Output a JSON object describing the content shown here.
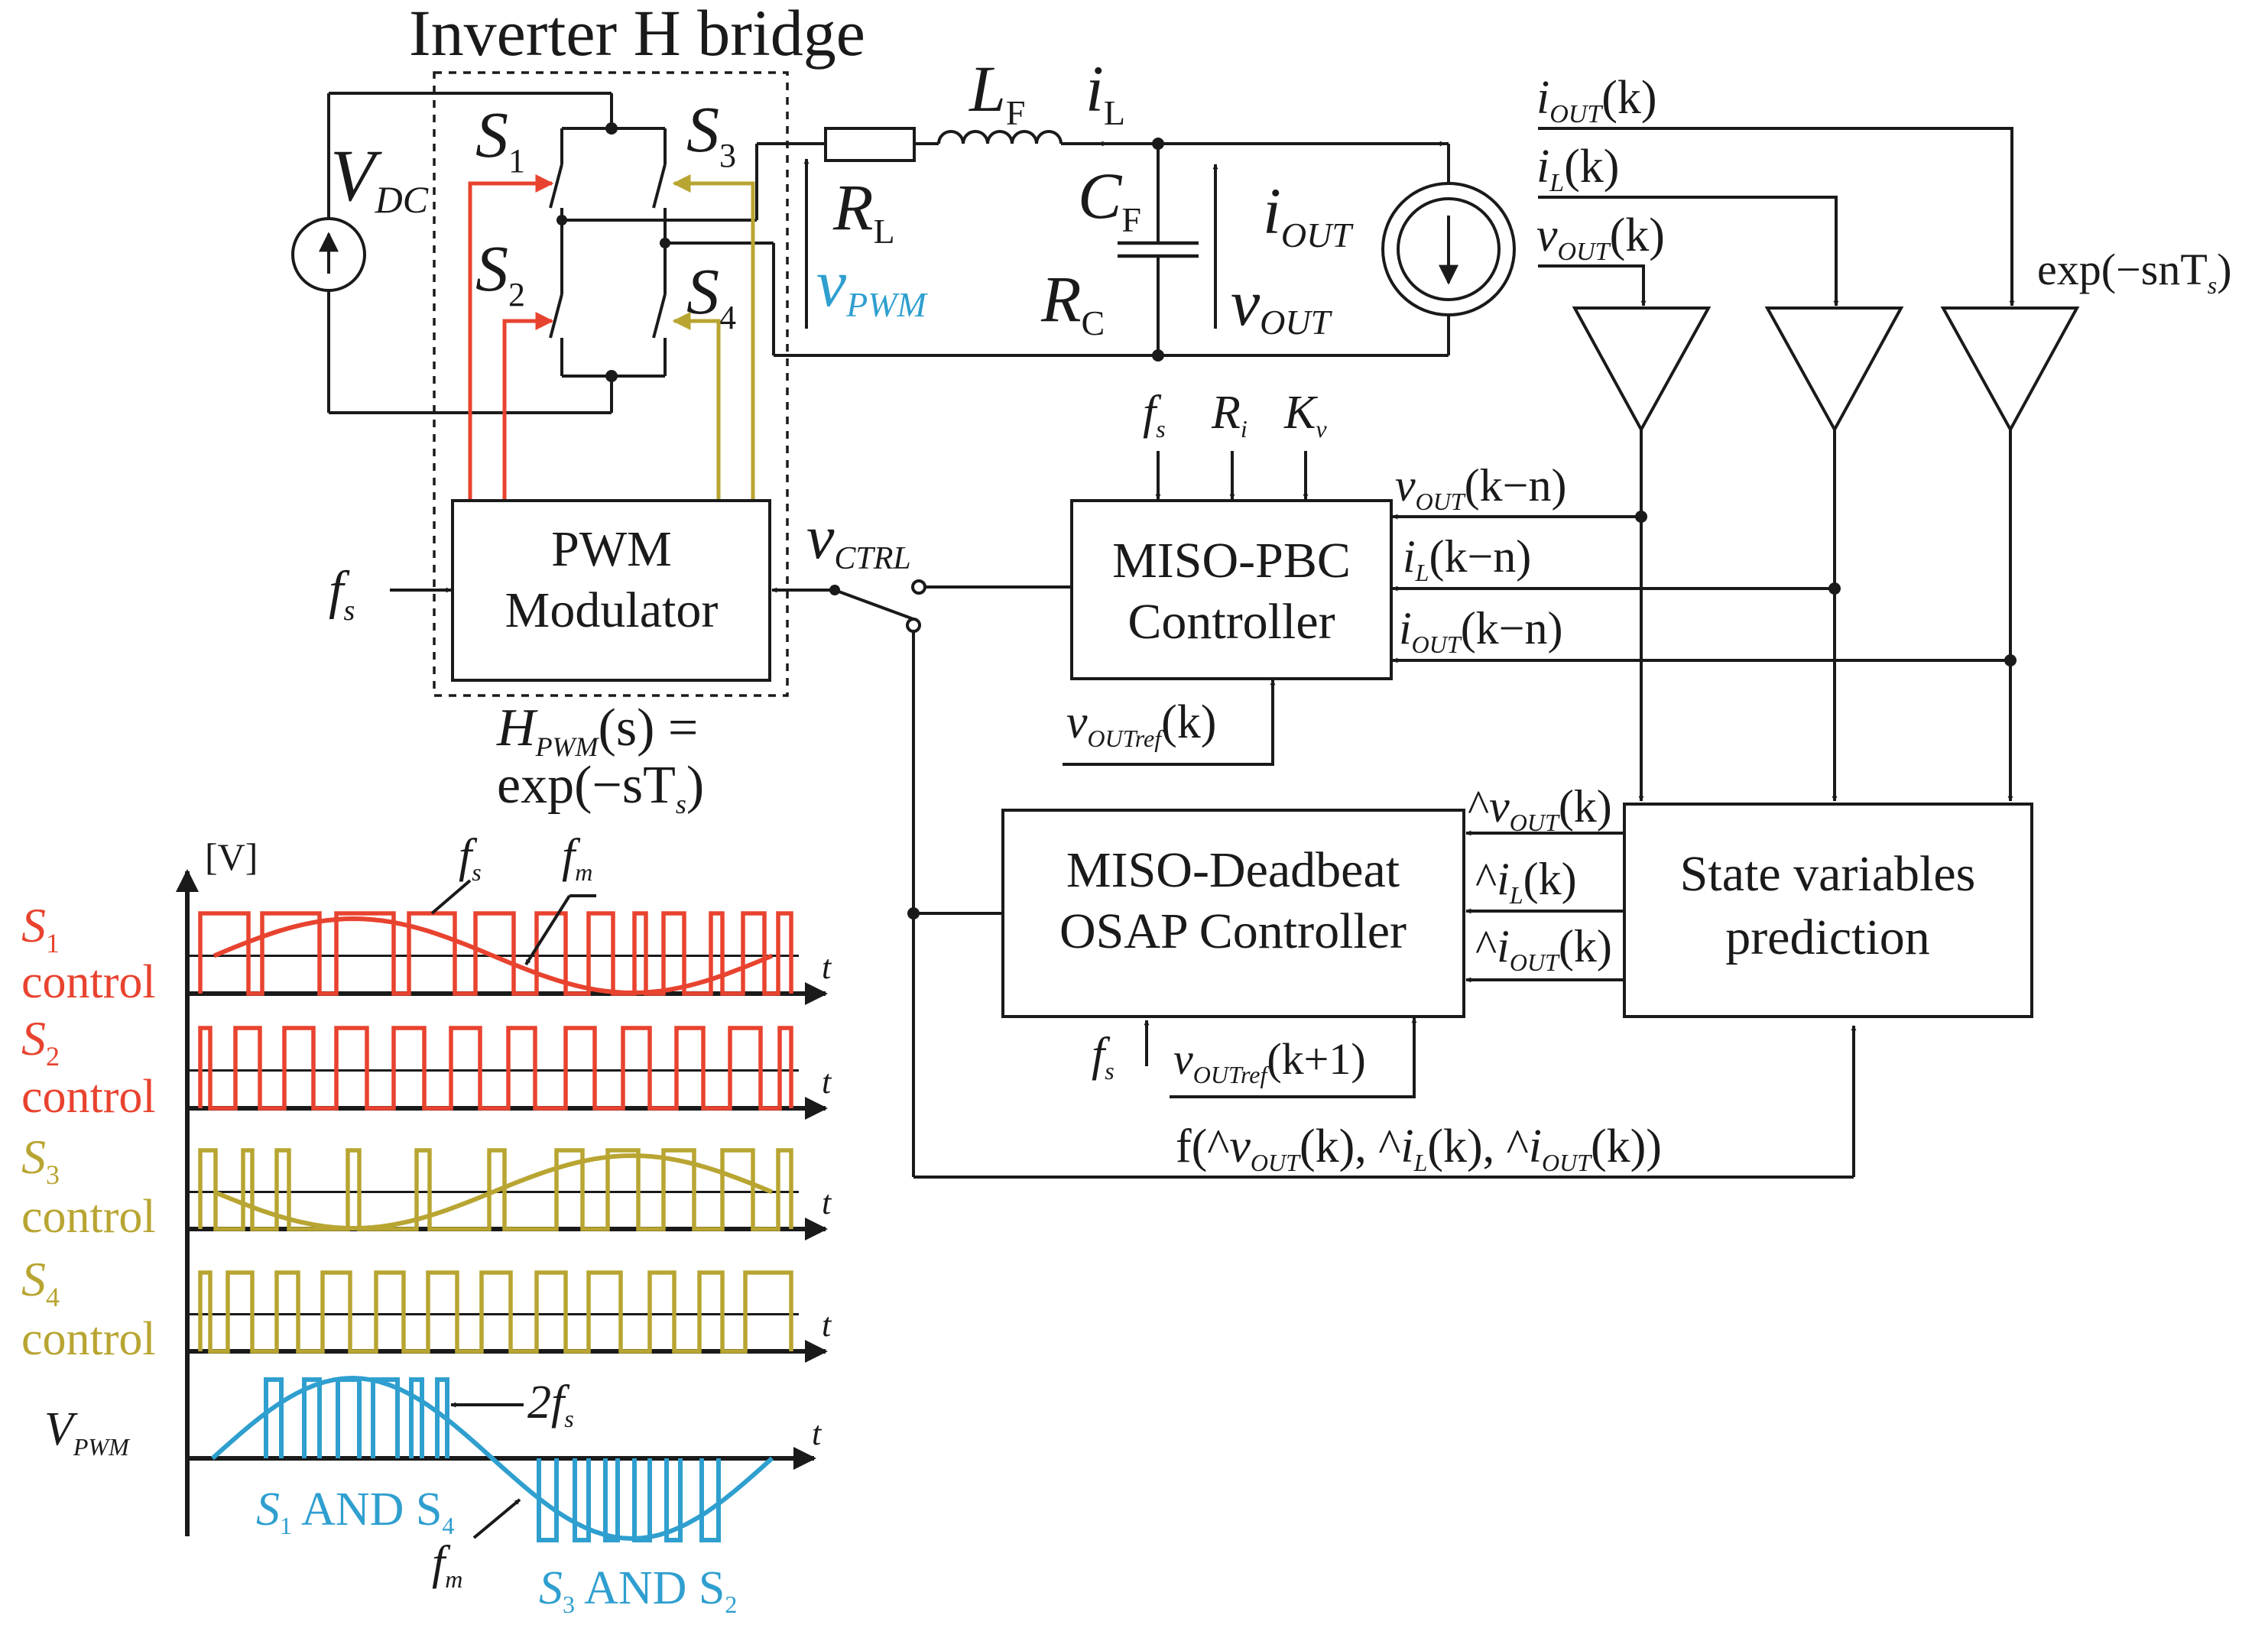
{
  "title": "Inverter H bridge",
  "source": {
    "main": "V",
    "sub": "DC"
  },
  "switches": [
    {
      "main": "S",
      "sub": "1"
    },
    {
      "main": "S",
      "sub": "2"
    },
    {
      "main": "S",
      "sub": "3"
    },
    {
      "main": "S",
      "sub": "4"
    }
  ],
  "filter": {
    "rl": {
      "main": "R",
      "sub": "L"
    },
    "lf": {
      "main": "L",
      "sub": "F"
    },
    "il": {
      "main": "i",
      "sub": "L"
    },
    "cf": {
      "main": "C",
      "sub": "F"
    },
    "rc": {
      "main": "R",
      "sub": "C"
    },
    "vpwm": {
      "main": "v",
      "sub": "PWM"
    },
    "iout": {
      "main": "i",
      "sub": "OUT"
    },
    "vout": {
      "main": "v",
      "sub": "OUT"
    }
  },
  "sensed": {
    "iout": {
      "main": "i",
      "sub": "OUT",
      "tail": "(k)"
    },
    "il": {
      "main": "i",
      "sub": "L",
      "tail": "(k)"
    },
    "vout": {
      "main": "v",
      "sub": "OUT",
      "tail": "(k)"
    }
  },
  "delay": {
    "head": "exp(−snT",
    "sub": "s",
    "tail": ")"
  },
  "pwm_block": {
    "line1": "PWM",
    "line2": "Modulator"
  },
  "fs_label": {
    "main": "f",
    "sub": "s"
  },
  "hpwm": {
    "main": "H",
    "sub": "PWM",
    "tail": "(s) =",
    "line2_head": "exp(−sT",
    "line2_sub": "s",
    "line2_tail": ")"
  },
  "vctrl": {
    "main": "v",
    "sub": "CTRL"
  },
  "pbc_block": {
    "line1": "MISO-PBC",
    "line2": "Controller"
  },
  "pbc_params": [
    {
      "main": "f",
      "sub": "s"
    },
    {
      "main": "R",
      "sub": "i"
    },
    {
      "main": "K",
      "sub": "v"
    }
  ],
  "pbc_inputs": [
    {
      "main": "v",
      "sub": "OUT",
      "tail": "(k−n)"
    },
    {
      "main": "i",
      "sub": "L",
      "tail": "(k−n)"
    },
    {
      "main": "i",
      "sub": "OUT",
      "tail": "(k−n)"
    }
  ],
  "pbc_ref": {
    "main": "v",
    "sub": "OUTref",
    "tail": "(k)"
  },
  "deadbeat_block": {
    "line1": "MISO-Deadbeat",
    "line2": "OSAP Controller"
  },
  "deadbeat_inputs": [
    {
      "head": "^",
      "main": "v",
      "sub": "OUT",
      "tail": "(k)"
    },
    {
      "head": "^",
      "main": "i",
      "sub": "L",
      "tail": "(k)"
    },
    {
      "head": "^",
      "main": "i",
      "sub": "OUT",
      "tail": "(k)"
    }
  ],
  "deadbeat_ref": {
    "main": "v",
    "sub": "OUTref",
    "tail": "(k+1)"
  },
  "state_block": {
    "line1": "State variables",
    "line2": "prediction"
  },
  "feedback_fn": {
    "p1": "f(^",
    "v": "v",
    "vsub": "OUT",
    "p2": "(k), ^",
    "i1": "i",
    "i1sub": "L",
    "p3": "(k), ^",
    "i2": "i",
    "i2sub": "OUT",
    "p4": "(k))"
  },
  "timing": {
    "yunit": "[V]",
    "time_label": "t",
    "fs": {
      "main": "f",
      "sub": "s"
    },
    "fm": {
      "main": "f",
      "sub": "m"
    },
    "rows": [
      {
        "main": "S",
        "sub": "1",
        "word": "control",
        "color": "#e8432f"
      },
      {
        "main": "S",
        "sub": "2",
        "word": "control",
        "color": "#e8432f"
      },
      {
        "main": "S",
        "sub": "3",
        "word": "control",
        "color": "#b8a532"
      },
      {
        "main": "S",
        "sub": "4",
        "word": "control",
        "color": "#b8a532"
      }
    ],
    "vpwm": {
      "main": "V",
      "sub": "PWM",
      "color": "#2f9fcf"
    },
    "two_fs": {
      "main": "2f",
      "sub": "s"
    },
    "pos_half": {
      "a": "S",
      "asub": "1",
      "mid": " AND S",
      "bsub": "4"
    },
    "neg_half": {
      "a": "S",
      "asub": "3",
      "mid": " AND S",
      "bsub": "2"
    }
  }
}
